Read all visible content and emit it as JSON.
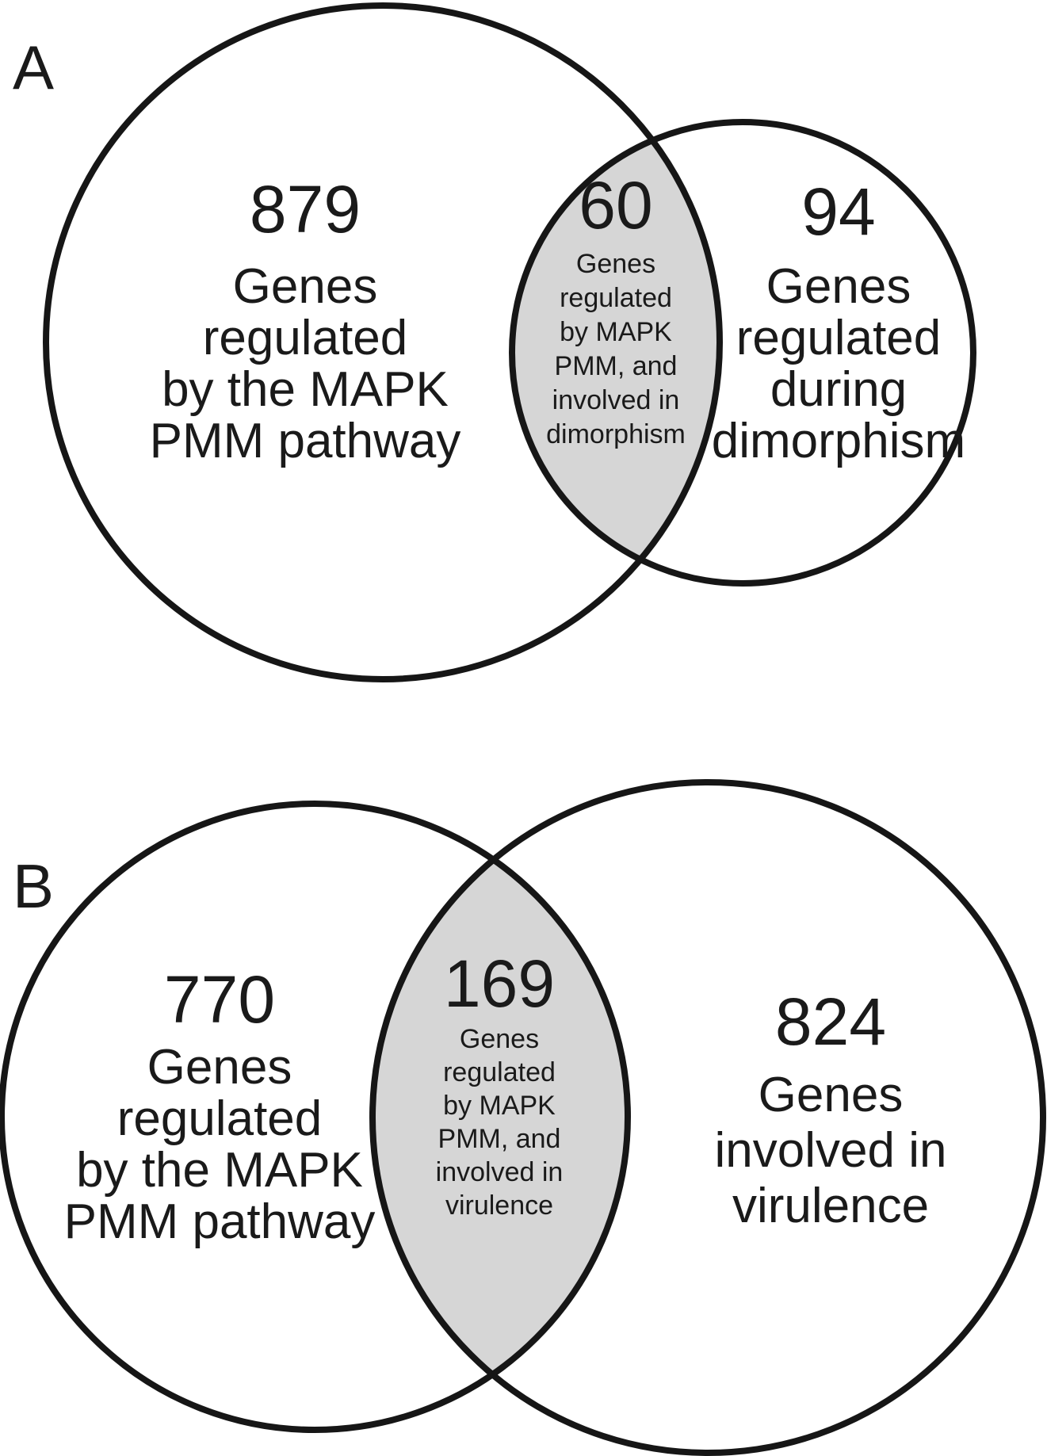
{
  "figure": {
    "panels": [
      {
        "label": "A",
        "left_circle": {
          "count": "879",
          "lines": [
            "Genes",
            "regulated",
            "by the MAPK",
            "PMM pathway"
          ]
        },
        "intersection": {
          "count": "60",
          "lines": [
            "Genes",
            "regulated",
            "by MAPK",
            "PMM, and",
            "involved in",
            "dimorphism"
          ]
        },
        "right_circle": {
          "count": "94",
          "lines": [
            "Genes",
            "regulated",
            "during",
            "dimorphism"
          ]
        }
      },
      {
        "label": "B",
        "left_circle": {
          "count": "770",
          "lines": [
            "Genes",
            "regulated",
            "by the MAPK",
            "PMM pathway"
          ]
        },
        "intersection": {
          "count": "169",
          "lines": [
            "Genes",
            "regulated",
            "by MAPK",
            "PMM, and",
            "involved in",
            "virulence"
          ]
        },
        "right_circle": {
          "count": "824",
          "lines": [
            "Genes",
            "involved in",
            "virulence"
          ]
        }
      }
    ]
  },
  "colors": {
    "overlap_fill": "#d6d6d6",
    "stroke": "#161616",
    "background": "#ffffff"
  },
  "chart_data": {
    "type": "venn",
    "diagrams": [
      {
        "panel": "A",
        "left_set_label": "Genes regulated by the MAPK PMM pathway",
        "left_only": 879,
        "intersection": 60,
        "intersection_label": "Genes regulated by MAPK PMM, and involved in dimorphism",
        "right_set_label": "Genes regulated during dimorphism",
        "right_only": 94
      },
      {
        "panel": "B",
        "left_set_label": "Genes regulated by the MAPK PMM pathway",
        "left_only": 770,
        "intersection": 169,
        "intersection_label": "Genes regulated by MAPK PMM, and involved in virulence",
        "right_set_label": "Genes involved in virulence",
        "right_only": 824
      }
    ]
  }
}
